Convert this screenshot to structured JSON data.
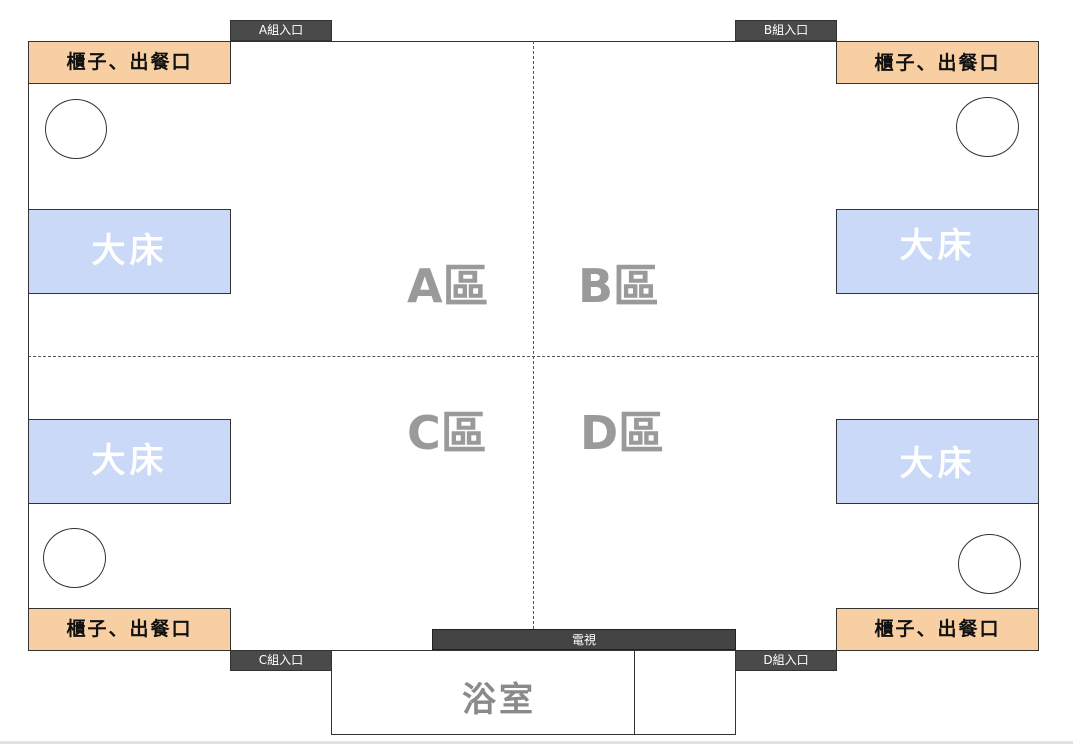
{
  "entrances": {
    "a": "A組入口",
    "b": "B組入口",
    "c": "C組入口",
    "d": "D組入口"
  },
  "counters": {
    "tl": "櫃子、出餐口",
    "tr": "櫃子、出餐口",
    "bl": "櫃子、出餐口",
    "br": "櫃子、出餐口"
  },
  "beds": {
    "tl": "大床",
    "tr": "大床",
    "bl": "大床",
    "br": "大床"
  },
  "zones": {
    "a": "A區",
    "b": "B區",
    "c": "C區",
    "d": "D區"
  },
  "tv": "電視",
  "bathroom": "浴室",
  "colors": {
    "counter": "#f8cfa3",
    "bed": "#c9d9f7",
    "entrance": "#4a4a4a",
    "zone_text": "#9a9a9a"
  }
}
